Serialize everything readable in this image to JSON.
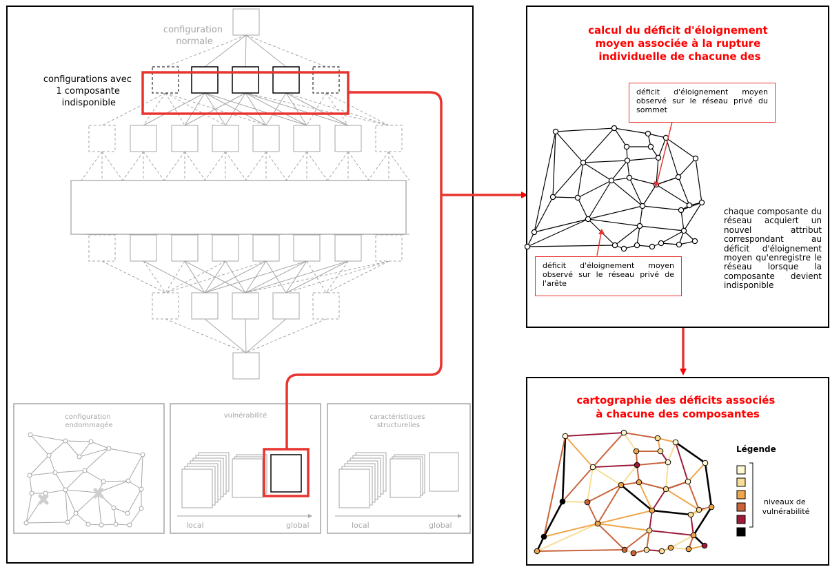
{
  "lattice": {
    "normal_label": [
      "configuration",
      "normale"
    ],
    "single_label": [
      "configurations avec",
      "1 composante",
      "indisponible"
    ]
  },
  "panels": {
    "damaged": {
      "title": [
        "configuration",
        "endommagée"
      ]
    },
    "vulnerability": {
      "title": "vulnérabilité",
      "axis_left": "local",
      "axis_right": "global"
    },
    "structural": {
      "title": [
        "caractéristiques",
        "structurelles"
      ],
      "axis_left": "local",
      "axis_right": "global"
    }
  },
  "calc": {
    "title": [
      "calcul du déficit d'éloignement",
      "moyen associée à la rupture",
      "individuelle de chacune des"
    ],
    "callout_vertex": "déficit d'éloignement moyen observé sur le réseau privé du sommet",
    "callout_edge": "déficit d'éloignement moyen observé sur le réseau privé de l'arête",
    "side_text": "chaque composante du réseau acquiert un nouvel attribut correspondant au déficit d'éloignement moyen qu'enregistre le réseau lorsque la composante devient indisponible"
  },
  "carto": {
    "title": [
      "cartographie des déficits associés",
      "à chacune des composantes"
    ],
    "legend_title": "Légende",
    "legend_label": [
      "niveaux de",
      "vulnérabilité"
    ],
    "legend_colors": [
      "#fdf7d2",
      "#f9dc96",
      "#f0a64c",
      "#c8633a",
      "#9c1a3a",
      "#000000"
    ]
  },
  "colors": {
    "accent": "#ff0000",
    "lattice_gray": "#a6a6a6",
    "frame": "#000000"
  }
}
